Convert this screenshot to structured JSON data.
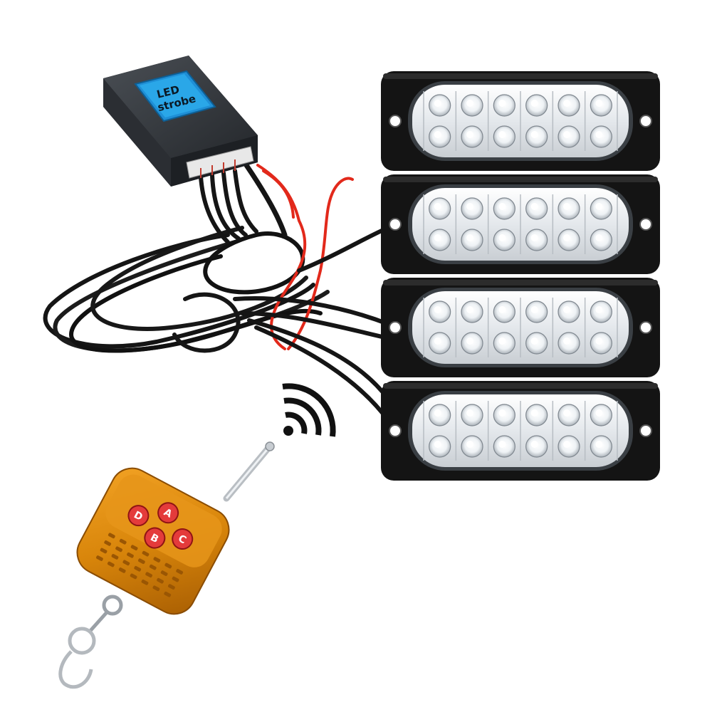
{
  "controller": {
    "label_line1": "LED",
    "label_line2": "strobe"
  },
  "light_bars": {
    "count": 4,
    "leds_per_row": 6,
    "rows": 2
  },
  "remote": {
    "buttons": [
      "A",
      "B",
      "C",
      "D"
    ]
  },
  "icons": [
    "wireless-signal-icon"
  ],
  "colors": {
    "controller_body": "#2f3338",
    "controller_label": "#2aa7e8",
    "bar_housing": "#141414",
    "led": "#f4f7fa",
    "wire": "#151515",
    "wire_red": "#e2291b",
    "remote_body": "#d9860b",
    "remote_button": "#e43b3b"
  }
}
